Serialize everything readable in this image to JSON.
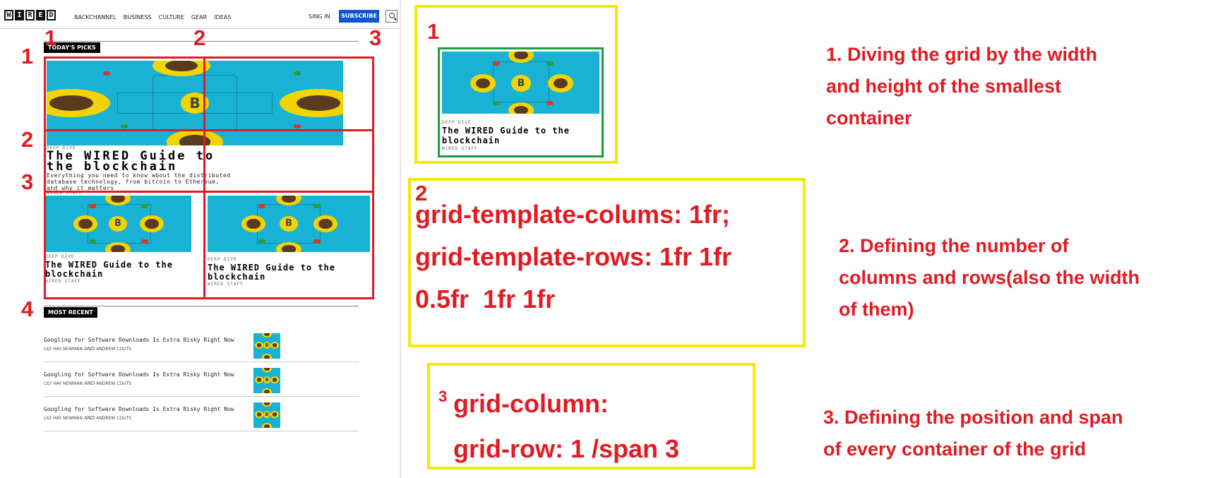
{
  "site": {
    "logo_letters": [
      "W",
      "I",
      "R",
      "E",
      "D"
    ],
    "nav": [
      "BACKCHANNEL",
      "BUSINESS",
      "CULTURE",
      "GEAR",
      "IDEAS"
    ],
    "sign_in": "SING IN",
    "subscribe": "SUBSCRIBE",
    "search_icon": "search-icon",
    "todays_picks_label": "TODAY'S PICKS",
    "feature": {
      "kicker": "DEEP DIVE",
      "headline_line1": "The WIRED Guide to",
      "headline_line2": "the blockchain",
      "dek_line1": "Everything you need to know about the distributed",
      "dek_line2": "database technology, from bitcoin to Ethereum,",
      "dek_line3": "and why it matters",
      "byline": "WIRED STAFF"
    },
    "cards": [
      {
        "kicker": "DEEP DIVE",
        "title_line1": "The WIRED Guide to the",
        "title_line2": "blockchain",
        "byline": "WIRED STAFF"
      },
      {
        "kicker": "DEEP DIVE",
        "title_line1": "The WIRED Guide to the",
        "title_line2": "blockchain",
        "byline": "WIRED STAFF"
      }
    ],
    "most_recent_label": "MOST RECENT",
    "recent": [
      {
        "title": "Googling for Software Downloads Is Extra Risky Right Now",
        "author1": "LILY HAY NEWMAN",
        "and": "AND",
        "author2": "ANDREW COUTS"
      },
      {
        "title": "Googling for Software Downloads Is Extra Risky Right Now",
        "author1": "LILY HAY NEWMAN",
        "and": "AND",
        "author2": "ANDREW COUTS"
      },
      {
        "title": "Googling for Software Downloads Is Extra Risky Right Now",
        "author1": "LILY HAY NEWMAN",
        "and": "AND",
        "author2": "ANDREW COUTS"
      }
    ],
    "image_letter": "B"
  },
  "overlay_numbers": {
    "top": [
      "1",
      "2",
      "3"
    ],
    "side": [
      "1",
      "2",
      "3",
      "4"
    ]
  },
  "panels": {
    "panel1": {
      "number": "1",
      "card_kicker": "DEEP DIVE",
      "card_title_line1": "The WIRED Guide to the",
      "card_title_line2": "blockchain",
      "card_byline": "WIRED STAFF"
    },
    "panel2": {
      "number": "2",
      "code_line1": "grid-template-colums: 1fr;",
      "code_line2": "grid-template-rows: 1fr 1fr",
      "code_line3": "0.5fr  1fr 1fr"
    },
    "panel3": {
      "number": "3",
      "code_line1": "grid-column:",
      "code_line2": "grid-row: 1 /span 3"
    }
  },
  "descriptions": {
    "d1_line1": "1. Diving the grid by the width",
    "d1_line2": "and height of the smallest",
    "d1_line3": "container",
    "d2_line1": "2. Defining the number of",
    "d2_line2": "columns and rows(also the width",
    "d2_line3": "of them)",
    "d3_line1": "3. Defining the position and span",
    "d3_line2": "of every container of the grid"
  },
  "colors": {
    "annotation_red": "#e21b23",
    "panel_yellow": "#f2ea00",
    "card_green": "#1e9e3a",
    "image_cyan": "#19b2d4",
    "subscribe_blue": "#0b57d0"
  }
}
